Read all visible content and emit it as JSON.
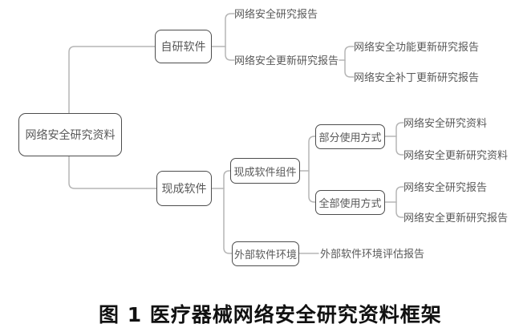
{
  "figure": {
    "caption": "图 1 医疗器械网络安全研究资料框架"
  },
  "colors": {
    "box_border": "#4d4d4d",
    "node_text": "#595959",
    "connector": "#b5b5b5",
    "caption_text": "#111111",
    "background": "#ffffff"
  },
  "tree": {
    "root": {
      "label": "网络安全研究资料"
    },
    "branches": [
      {
        "label": "自研软件",
        "children": [
          {
            "label": "网络安全研究报告"
          },
          {
            "label": "网络安全更新研究报告",
            "children": [
              {
                "label": "网络安全功能更新研究报告"
              },
              {
                "label": "网络安全补丁更新研究报告"
              }
            ]
          }
        ]
      },
      {
        "label": "现成软件",
        "children": [
          {
            "label": "现成软件组件",
            "children": [
              {
                "label": "部分使用方式",
                "children": [
                  {
                    "label": "网络安全研究资料"
                  },
                  {
                    "label": "网络安全更新研究资料"
                  }
                ]
              },
              {
                "label": "全部使用方式",
                "children": [
                  {
                    "label": "网络安全研究报告"
                  },
                  {
                    "label": "网络安全更新研究报告"
                  }
                ]
              }
            ]
          },
          {
            "label": "外部软件环境",
            "children": [
              {
                "label": "外部软件环境评估报告"
              }
            ]
          }
        ]
      }
    ]
  }
}
